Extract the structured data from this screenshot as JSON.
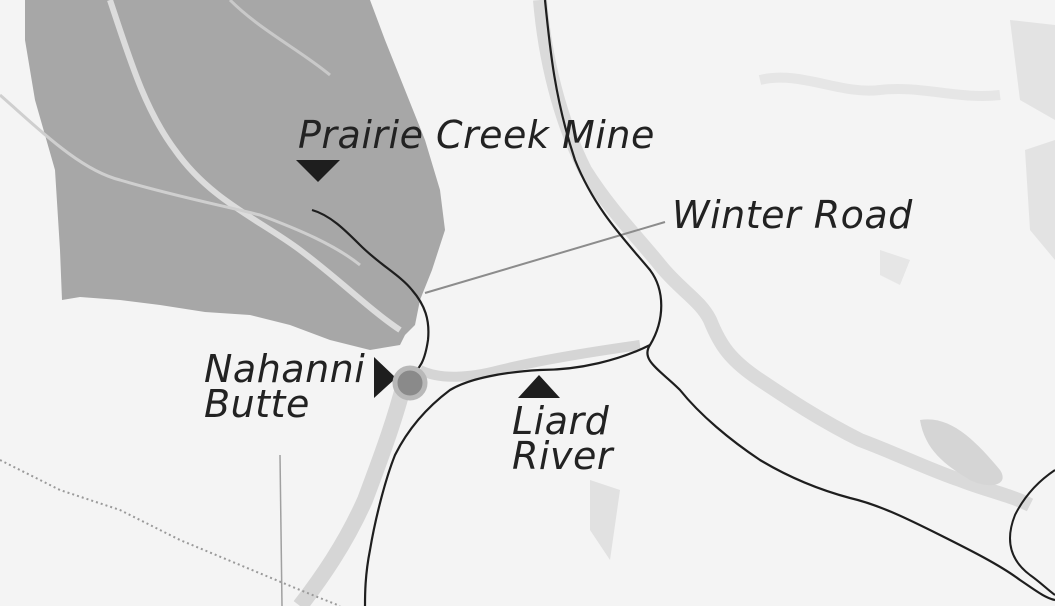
{
  "labels": {
    "prairie_creek_mine": "Prairie Creek Mine",
    "winter_road": "Winter Road",
    "nahanni_butte_line1": "Nahanni",
    "nahanni_butte_line2": "Butte",
    "liard_river_line1": "Liard",
    "liard_river_line2": "River"
  },
  "colors": {
    "park_fill": "#a7a7a7",
    "background": "#f4f4f4",
    "river": "#d9d9d9",
    "road": "#1e1e1e",
    "marker": "#1e1e1e",
    "community_dot": "#8a8a8a",
    "leader_line": "#8c8c8c"
  },
  "icons": {
    "mine_marker": "triangle-down-icon",
    "community_pointer": "triangle-right-icon",
    "community_marker": "circle-dot-icon",
    "liard_marker": "triangle-up-icon"
  }
}
